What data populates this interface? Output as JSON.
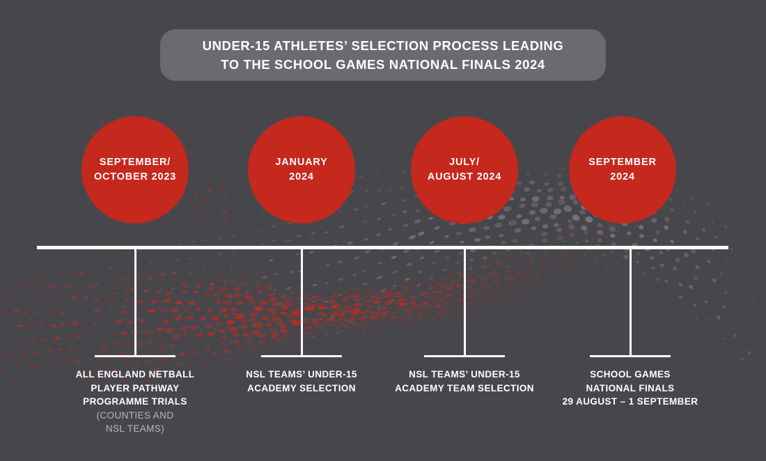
{
  "title": {
    "lines": [
      "UNDER-15 ATHLETES’ SELECTION PROCESS LEADING",
      "TO THE SCHOOL GAMES NATIONAL FINALS 2024"
    ]
  },
  "colors": {
    "background": "#47474b",
    "title_pill": "#6a6a6f",
    "accent_red": "#c5281d",
    "dot_red": "#c4291e",
    "dot_gray": "#87878c",
    "line_white": "#ffffff",
    "text_primary": "#ffffff",
    "text_secondary": "#b9b9bc"
  },
  "timeline": {
    "milestones": [
      {
        "date_lines": [
          "SEPTEMBER/",
          "OCTOBER 2023"
        ],
        "label_lines": [
          "ALL ENGLAND NETBALL",
          "PLAYER PATHWAY",
          "PROGRAMME TRIALS"
        ],
        "sublabel_lines": [
          "(COUNTIES AND",
          "NSL TEAMS)"
        ]
      },
      {
        "date_lines": [
          "JANUARY",
          "2024"
        ],
        "label_lines": [
          "NSL TEAMS’ UNDER-15",
          "ACADEMY SELECTION"
        ],
        "sublabel_lines": []
      },
      {
        "date_lines": [
          "JULY/",
          "AUGUST 2024"
        ],
        "label_lines": [
          "NSL TEAMS’ UNDER-15",
          "ACADEMY TEAM SELECTION"
        ],
        "sublabel_lines": []
      },
      {
        "date_lines": [
          "SEPTEMBER",
          "2024"
        ],
        "label_lines": [
          "SCHOOL GAMES",
          "NATIONAL FINALS",
          "29 AUGUST – 1 SEPTEMBER"
        ],
        "sublabel_lines": []
      }
    ]
  }
}
